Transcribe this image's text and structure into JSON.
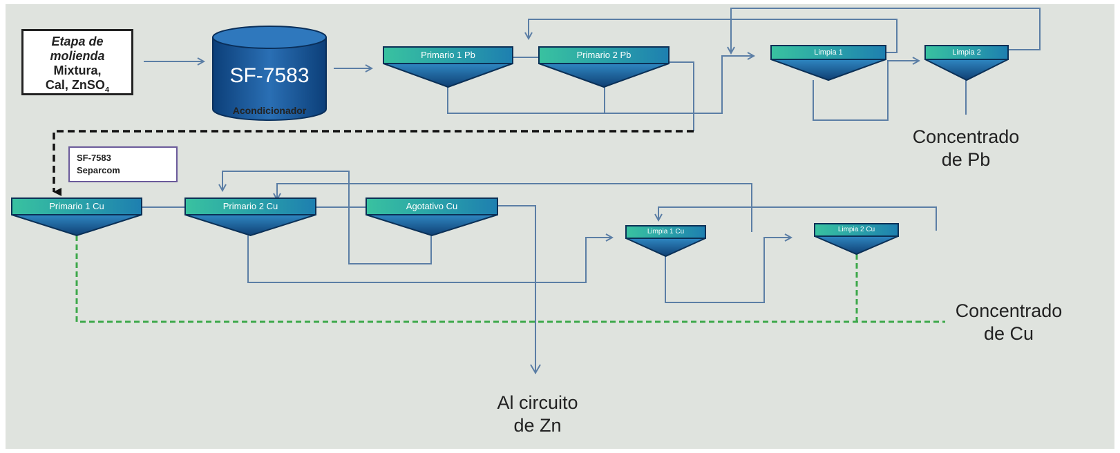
{
  "feed_box": {
    "line1": "Etapa de",
    "line2": "molienda",
    "line3": "Mixtura,",
    "line4": "Cal, ZnSO",
    "line4_sub": "4"
  },
  "conditioner": {
    "tank_label": "SF-7583",
    "caption": "Acondicionador"
  },
  "reagent_box": {
    "line1": "SF-7583",
    "line2": "Separcom"
  },
  "pb_cells": [
    {
      "label": "Primario 1 Pb"
    },
    {
      "label": "Primario 2 Pb"
    },
    {
      "label": "Limpia 1"
    },
    {
      "label": "Limpia 2"
    }
  ],
  "cu_cells": [
    {
      "label": "Primario 1 Cu"
    },
    {
      "label": "Primario 2 Cu"
    },
    {
      "label": "Agotativo Cu"
    },
    {
      "label": "Limpia 1 Cu"
    },
    {
      "label": "Limpia 2 Cu"
    }
  ],
  "outputs": {
    "pb_line1": "Concentrado",
    "pb_line2": "de Pb",
    "cu_line1": "Concentrado",
    "cu_line2": "de Cu",
    "zn_line1": "Al circuito",
    "zn_line2": "de Zn"
  },
  "colors": {
    "background": "#dfe3de",
    "flow_line": "#5b7ea5",
    "cell_top": "#2fb39a",
    "cell_body": "#1a5f9e",
    "dashed_black": "#222222",
    "dashed_green": "#3da84a"
  }
}
